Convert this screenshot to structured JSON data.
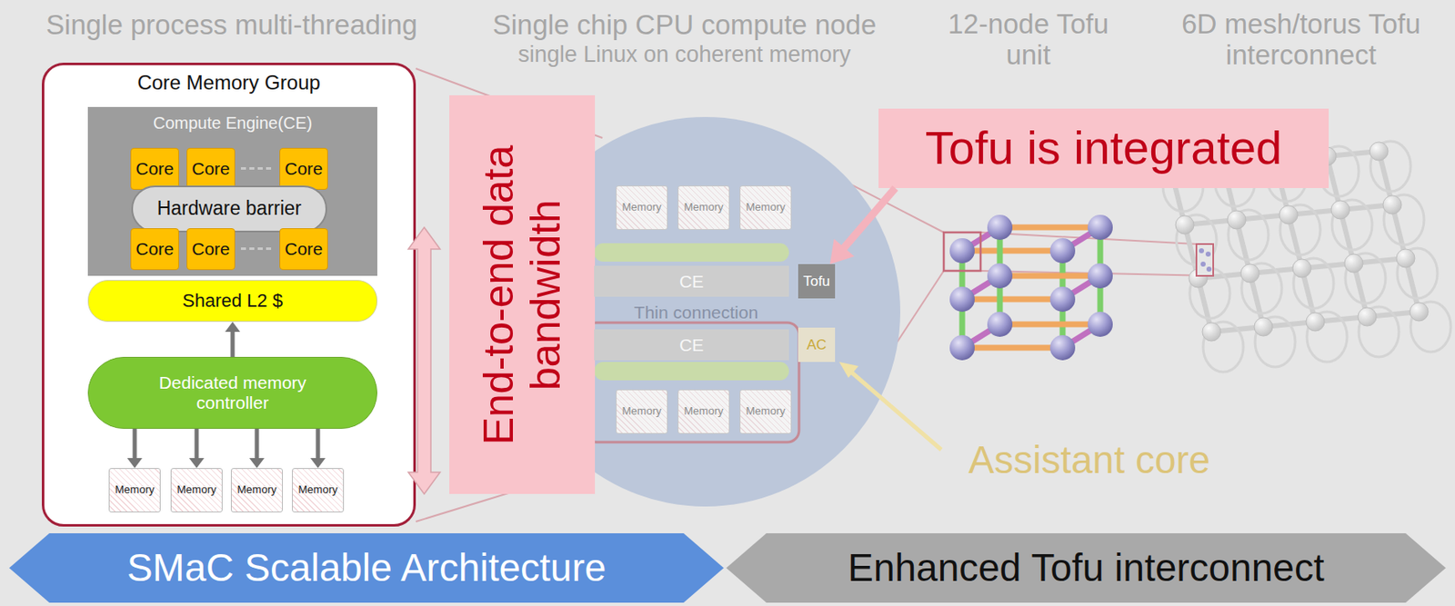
{
  "diagram": {
    "nodes": [
      {
        "text": [
          "Core Memory Group"
        ]
      },
      {
        "text": [
          "Compute Engine(CE)"
        ],
        "in": 0
      },
      {
        "text": [
          "Core"
        ],
        "in": 1
      },
      {
        "text": [
          "Core"
        ],
        "in": 1
      },
      {
        "text": [
          "Core"
        ],
        "in": 1
      },
      {
        "text": [
          "Hardware barrier"
        ],
        "in": 1
      },
      {
        "text": [
          "Core"
        ],
        "in": 1
      },
      {
        "text": [
          "Core"
        ],
        "in": 1
      },
      {
        "text": [
          "Core"
        ],
        "in": 1
      },
      {
        "text": [
          "Shared L2 $"
        ],
        "in": 0
      },
      {
        "text": [
          "Dedicated memory controller"
        ],
        "in": 0
      },
      {
        "text": [
          "Memory"
        ],
        "in": 0
      },
      {
        "text": [
          "Memory"
        ],
        "in": 0
      },
      {
        "text": [
          "Memory"
        ],
        "in": 0
      },
      {
        "text": [
          "Memory"
        ],
        "in": 0
      },
      {
        "text": [
          "End-to-end data bandwidth"
        ]
      },
      {
        "text": [
          "Memory"
        ]
      },
      {
        "text": [
          "Memory"
        ]
      },
      {
        "text": [
          "Memory"
        ]
      },
      {
        "text": [
          "CE"
        ]
      },
      {
        "text": [
          "Tofu"
        ]
      },
      {
        "text": [
          "CE"
        ]
      },
      {
        "text": [
          "AC"
        ]
      },
      {
        "text": [
          "Memory"
        ]
      },
      {
        "text": [
          "Memory"
        ]
      },
      {
        "text": [
          "Memory"
        ]
      },
      {
        "text": [
          "Tofu is integrated"
        ]
      },
      {
        "text": [
          "SMaC Scalable Architecture"
        ]
      },
      {
        "text": [
          "Enhanced Tofu interconnect"
        ]
      }
    ],
    "edges": [
      {
        "from": 10,
        "to": 9,
        "arrow": "to"
      },
      {
        "from": 10,
        "to": 11,
        "arrow": "to"
      },
      {
        "from": 10,
        "to": 12,
        "arrow": "to"
      },
      {
        "from": 10,
        "to": 13,
        "arrow": "to"
      },
      {
        "from": 10,
        "to": 14,
        "arrow": "to"
      },
      {
        "from": 26,
        "to": 20,
        "arrow": "to"
      }
    ],
    "labels": [
      "Single process multi-threading",
      "Single chip CPU compute node",
      "single Linux on coherent memory",
      "12-node Tofu unit",
      "6D mesh/torus Tofu interconnect",
      "Thin connection",
      "Assistant core"
    ]
  }
}
